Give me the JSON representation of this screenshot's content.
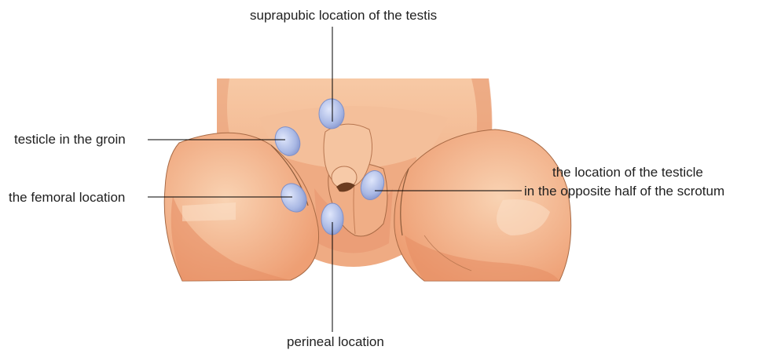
{
  "labels": {
    "suprapubic": "suprapubic location of the testis",
    "groin": "testicle in the groin",
    "femoral": "the femoral location",
    "opposite_line1": "the location of the testicle",
    "opposite_line2": "in the opposite half of the scrotum",
    "perineal": "perineal location"
  },
  "colors": {
    "skin": "#f2b48c",
    "skin_light": "#f8cfae",
    "outline": "#8a5a3a",
    "testis": "#a9b8e4",
    "testis_edge": "#7f90c8",
    "leader_line": "#000000"
  }
}
